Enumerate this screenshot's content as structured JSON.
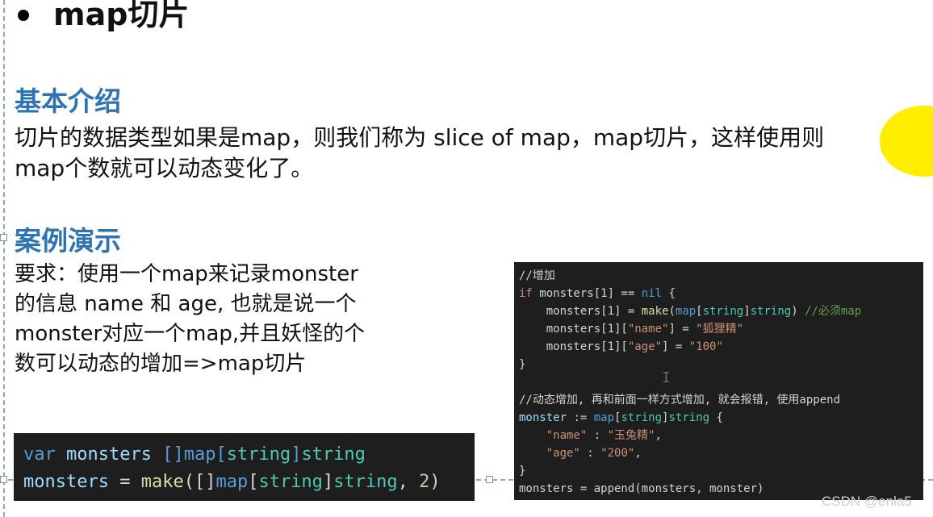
{
  "title": "map切片",
  "intro": {
    "heading": "基本介绍",
    "line1": "切片的数据类型如果是map，则我们称为  slice of map，map切片，这样使用则",
    "line2": "map个数就可以动态变化了。"
  },
  "demo": {
    "heading": "案例演示",
    "req_lines": [
      "要求：使用一个map来记录monster",
      "的信息 name 和 age, 也就是说一个",
      "monster对应一个map,并且妖怪的个",
      "数可以动态的增加=>map切片"
    ]
  },
  "code_left": {
    "l1_kw": "var",
    "l1_var": "monsters",
    "l1_type1": "[]map[",
    "l1_type2": "string",
    "l1_type3": "]",
    "l1_type4": "string",
    "l2_var": "monsters",
    "l2_op": " = ",
    "l2_fn": "make",
    "l2_open": "([]",
    "l2_map": "map",
    "l2_b1": "[",
    "l2_t1": "string",
    "l2_b2": "]",
    "l2_t2": "string",
    "l2_comma": ", ",
    "l2_num": "2",
    "l2_close": ")"
  },
  "code_right": {
    "c1": "//增加",
    "l2_if": "if",
    "l2_rest": " monsters[1] == ",
    "l2_nil": "nil",
    "l2_brace": " {",
    "l3_a": "    monsters[1] = ",
    "l3_make": "make",
    "l3_b": "(",
    "l3_map": "map",
    "l3_c": "[",
    "l3_str1": "string",
    "l3_d": "]",
    "l3_str2": "string",
    "l3_e": ") ",
    "l3_cmt": "//必须map",
    "l4_a": "    monsters[1][",
    "l4_key": "\"name\"",
    "l4_b": "] = ",
    "l4_val": "\"狐狸精\"",
    "l5_a": "    monsters[1][",
    "l5_key": "\"age\"",
    "l5_b": "] = ",
    "l5_val": "\"100\"",
    "l6": "}",
    "c2": "//动态增加, 再和前面一样方式增加, 就会报错, 使用append",
    "l9_var": "monster",
    "l9_op": " := ",
    "l9_map": "map",
    "l9_b": "[",
    "l9_t1": "string",
    "l9_c": "]",
    "l9_t2": "string",
    "l9_brace": " {",
    "l10_key": "    \"name\"",
    "l10_sep": " : ",
    "l10_val": "\"玉兔精\"",
    "l10_comma": ",",
    "l11_key": "    \"age\"",
    "l11_sep": " : ",
    "l11_val": "\"200\"",
    "l11_comma": ",",
    "l12": "}",
    "l13": "monsters = append(monsters, monster)"
  },
  "watermark": "CSDN @enla5"
}
